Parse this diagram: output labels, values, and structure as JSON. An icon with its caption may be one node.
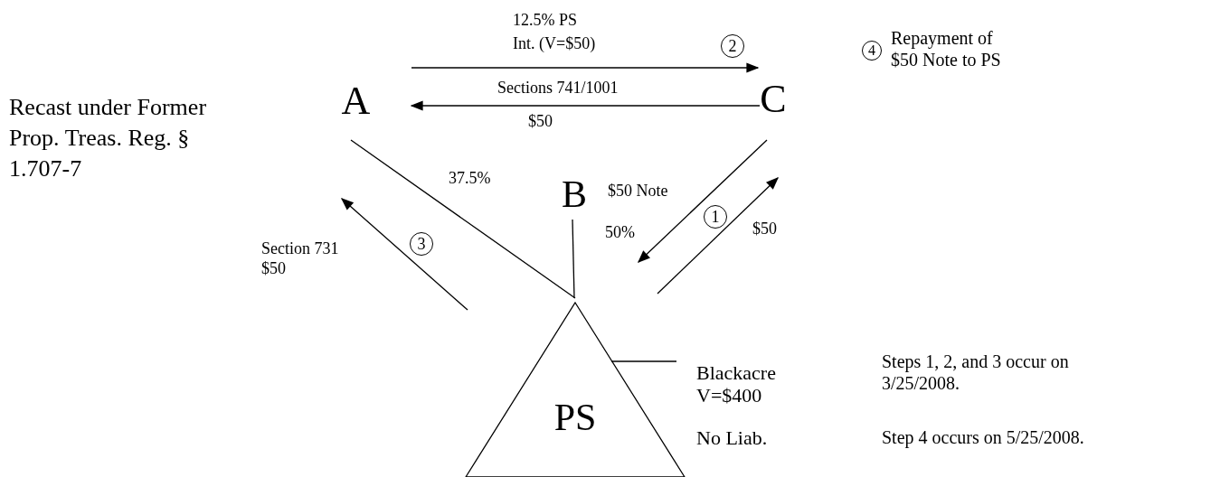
{
  "diagram": {
    "nodes": [
      {
        "text": [
          "A"
        ]
      },
      {
        "text": [
          "C"
        ]
      },
      {
        "text": [
          "B"
        ]
      },
      {
        "text": [
          "PS"
        ],
        "beside": [
          "No Liab."
        ]
      },
      {
        "text": [
          "Blackacre V=$400"
        ]
      },
      {
        "text": [
          "2"
        ]
      },
      {
        "text": [
          "1"
        ]
      },
      {
        "text": [
          "3"
        ]
      },
      {
        "text": [
          "4"
        ]
      }
    ],
    "edges": [
      {
        "from": 0,
        "to": 1,
        "arrow": "to",
        "label": "12.5% PS Int. (V=$50)"
      },
      {
        "from": 1,
        "to": 0,
        "arrow": "to",
        "label": "Sections 741/1001"
      },
      {
        "from": 0,
        "to": 3,
        "arrow": "none",
        "label": "37.5%"
      },
      {
        "from": 2,
        "to": 3,
        "arrow": "none",
        "label": "50%"
      },
      {
        "from": 1,
        "to": null,
        "arrow": "to",
        "label": "$50 Note"
      },
      {
        "from": null,
        "to": 1,
        "arrow": "to",
        "label": "$50"
      },
      {
        "from": 3,
        "to": 4,
        "arrow": "none"
      }
    ],
    "labels": [
      "Recast under Former Prop. Treas. Reg. § 1.707-7",
      "$50",
      "Section 731 $50",
      "Repayment of $50 Note to PS",
      "Steps 1, 2, and 3 occur on 3/25/2008.",
      "Step 4 occurs on 5/25/2008."
    ]
  }
}
